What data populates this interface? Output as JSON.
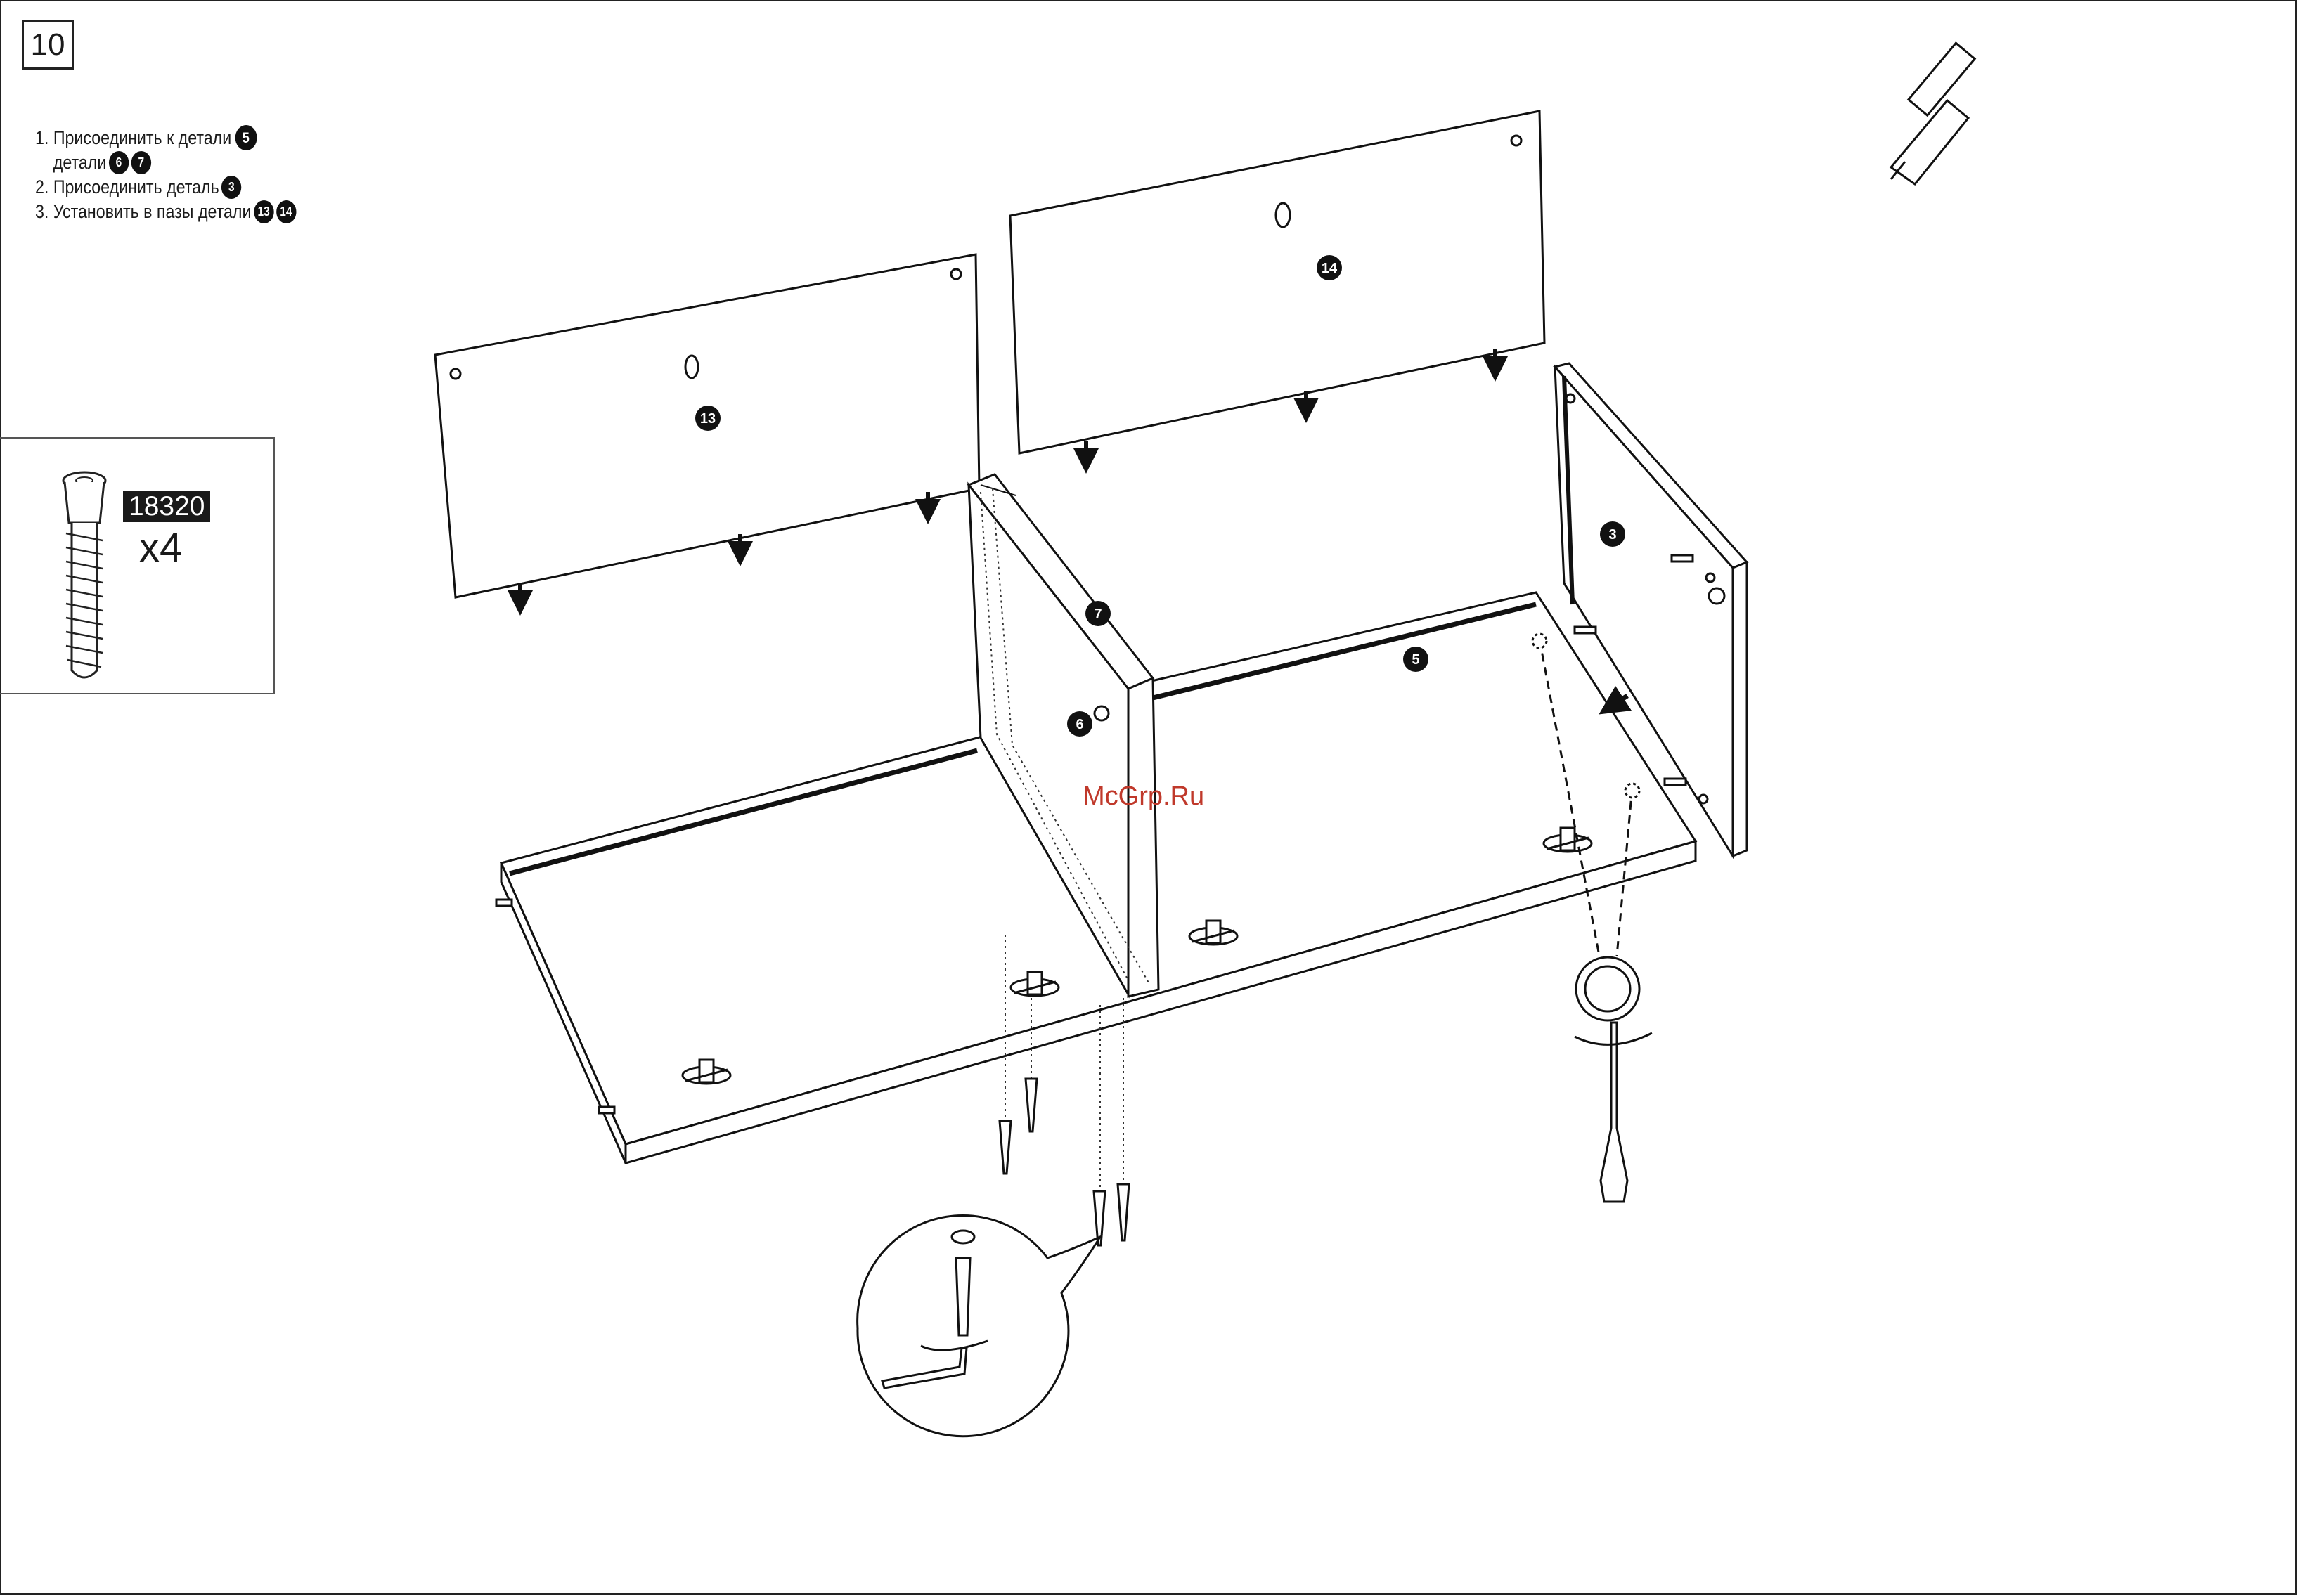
{
  "step_number": "10",
  "instructions": {
    "line1_text": "1. Присоединить к детали",
    "line1_part": "5",
    "line1b_text": "детали",
    "line1b_parts": [
      "6",
      "7"
    ],
    "line2_text": "2. Присоединить деталь",
    "line2_part": "3",
    "line3_text": "3. Установить в пазы детали",
    "line3_parts": [
      "13",
      "14"
    ]
  },
  "hardware": {
    "code": "18320",
    "quantity": "x4"
  },
  "part_labels": {
    "p13": "13",
    "p14": "14",
    "p7": "7",
    "p6": "6",
    "p5": "5",
    "p3": "3"
  },
  "watermark": "McGrp.Ru",
  "icons": [
    "screwdriver-icon",
    "hex-key-icon",
    "confirmat-screw-icon",
    "rotation-arrow-icon"
  ]
}
